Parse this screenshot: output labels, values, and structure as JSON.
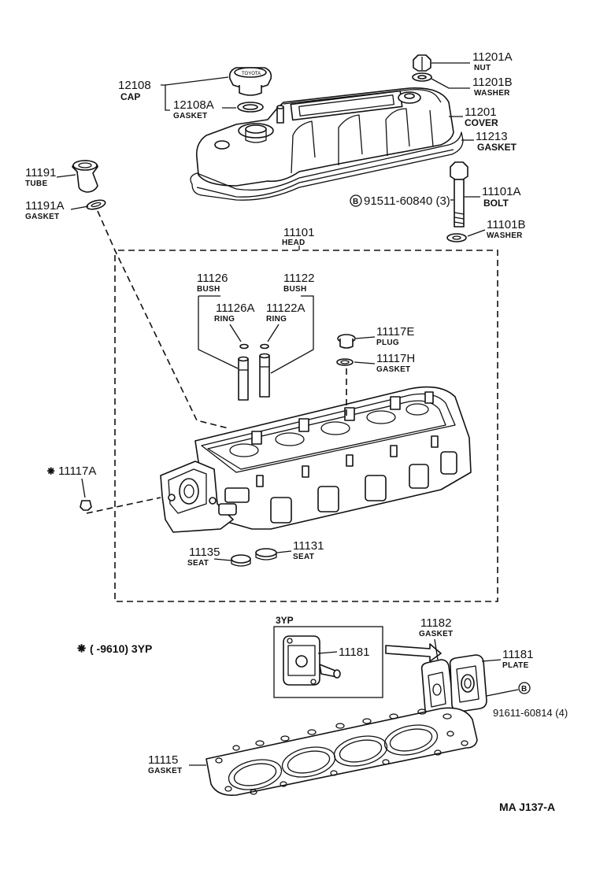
{
  "callouts": {
    "p12108": {
      "number": "12108",
      "name": "CAP"
    },
    "p12108a": {
      "number": "12108A",
      "name": "GASKET"
    },
    "p11201a": {
      "number": "11201A",
      "name": "NUT"
    },
    "p11201b": {
      "number": "11201B",
      "name": "WASHER"
    },
    "p11201": {
      "number": "11201",
      "name": "COVER"
    },
    "p11213": {
      "number": "11213",
      "name": "GASKET"
    },
    "p11191": {
      "number": "11191",
      "name": "TUBE"
    },
    "p11191a": {
      "number": "11191A",
      "name": "GASKET"
    },
    "p91511": {
      "number": "91511-60840 (3)",
      "badge": "B"
    },
    "p11101a": {
      "number": "11101A",
      "name": "BOLT"
    },
    "p11101b": {
      "number": "11101B",
      "name": "WASHER"
    },
    "p11101": {
      "number": "11101",
      "name": "HEAD"
    },
    "p11126": {
      "number": "11126",
      "name": "BUSH"
    },
    "p11122": {
      "number": "11122",
      "name": "BUSH"
    },
    "p11126a": {
      "number": "11126A",
      "name": "RING"
    },
    "p11122a": {
      "number": "11122A",
      "name": "RING"
    },
    "p11117e": {
      "number": "11117E",
      "name": "PLUG"
    },
    "p11117h": {
      "number": "11117H",
      "name": "GASKET"
    },
    "p11117a": {
      "number": "11117A",
      "mark": "⁕"
    },
    "p11135": {
      "number": "11135",
      "name": "SEAT"
    },
    "p11131": {
      "number": "11131",
      "name": "SEAT"
    },
    "p11182": {
      "number": "11182",
      "name": "GASKET"
    },
    "p11181": {
      "number": "11181",
      "name": "PLATE"
    },
    "p11181b": {
      "number": "11181"
    },
    "p91611": {
      "number": "91611-60814 (4)",
      "badge": "B"
    },
    "p11115": {
      "number": "11115",
      "name": "GASKET"
    }
  },
  "inset_label": "3YP",
  "footnote": {
    "mark": "⁕",
    "text": "(      -9610) 3YP"
  },
  "figure_code": "MA  J137-A"
}
